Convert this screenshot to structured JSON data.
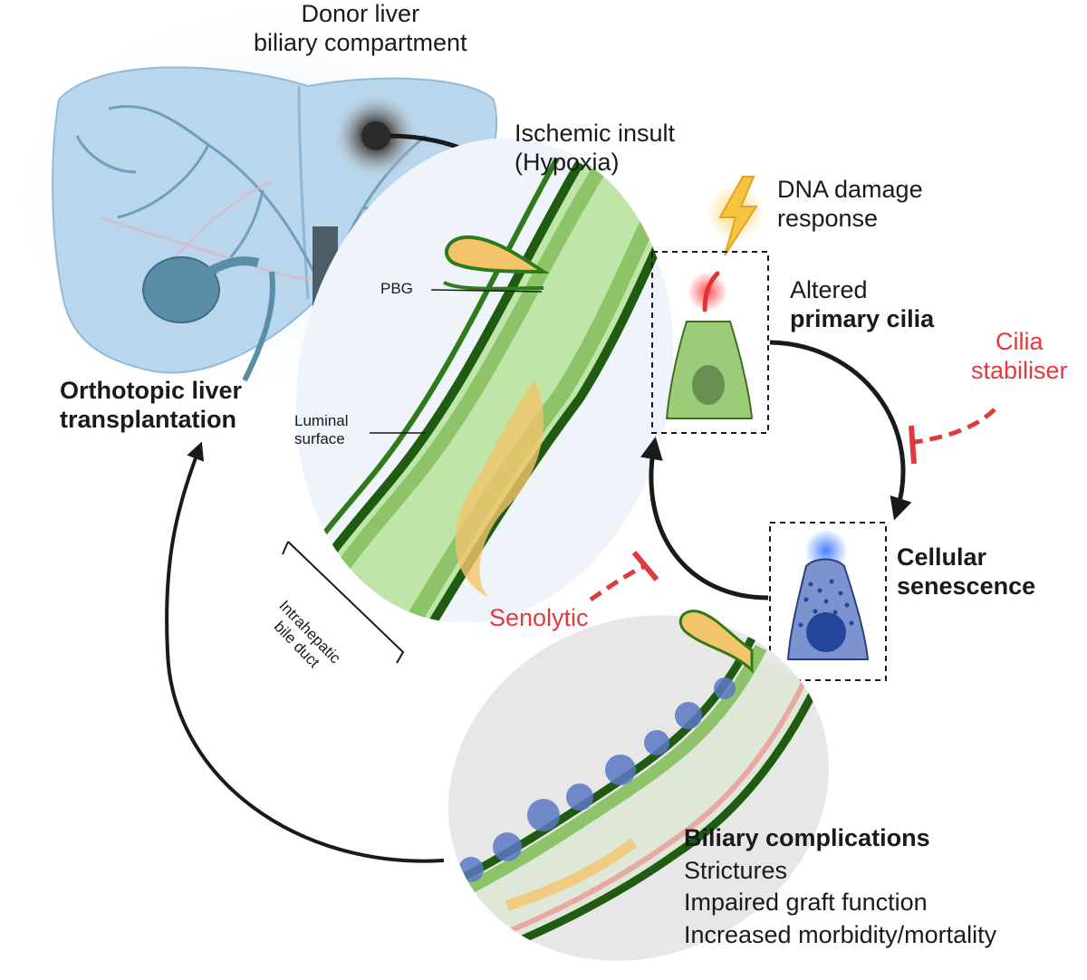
{
  "labels": {
    "donor_liver": [
      "Donor liver",
      "biliary compartment"
    ],
    "ischemic_insult": [
      "Ischemic insult",
      "(Hypoxia)"
    ],
    "dna_damage": [
      "DNA damage",
      "response"
    ],
    "altered_cilia": {
      "line1": "Altered",
      "line2": "primary cilia"
    },
    "cilia_stabiliser": [
      "Cilia",
      "stabiliser"
    ],
    "pbg": "PBG",
    "luminal_surface": [
      "Luminal",
      "surface"
    ],
    "olt": [
      "Orthotopic liver",
      "transplantation"
    ],
    "cellular_senescence": [
      "Cellular",
      "senescence"
    ],
    "senolytic": "Senolytic",
    "intrahepatic_bile_duct": [
      "Intrahepatic",
      "bile duct"
    ],
    "biliary_complications": {
      "title": "Biliary complications",
      "items": [
        "Strictures",
        "Impaired graft function",
        "Increased morbidity/mortality"
      ]
    }
  },
  "colors": {
    "inhibitor_red": "#e0393e",
    "liver_blue": "#a9cbe4",
    "duct_green": "#2f6b1c",
    "cell_green": "#8fbf6a",
    "senescent_blue": "#6e86c6",
    "arrow_black": "#1a1a1a"
  }
}
